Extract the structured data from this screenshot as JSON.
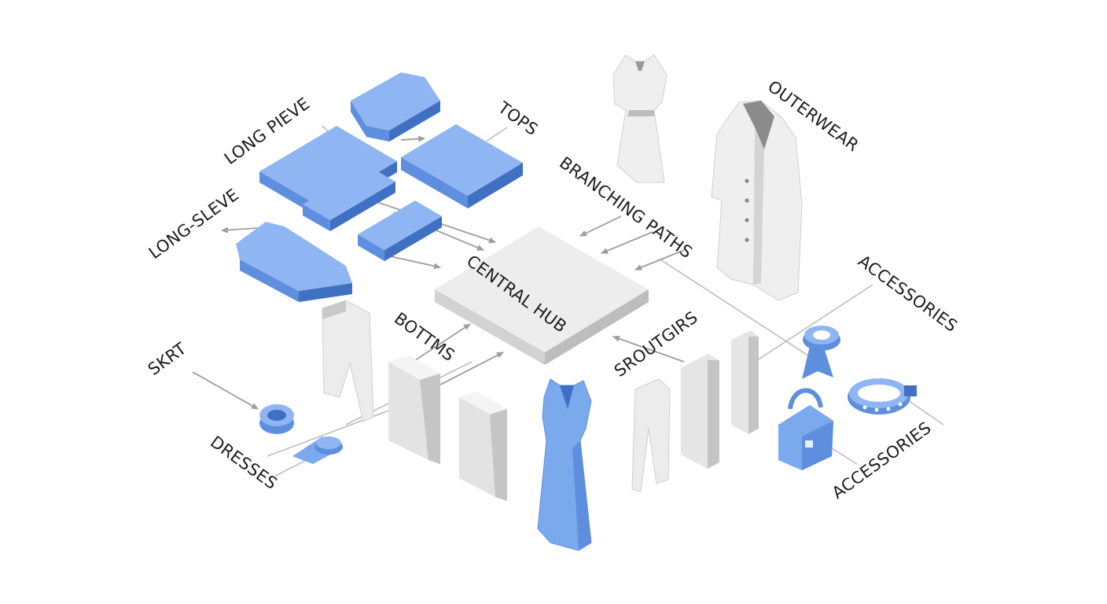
{
  "diagram": {
    "hub": {
      "label": "CENTRAL HUB"
    },
    "labels": {
      "tops": "TOPS",
      "long_pieve": "LONG PIEVE",
      "long_sleve": "LONG-SLEVE",
      "branching_paths": "BRANCHING PATHS",
      "outerwear": "OUTERWEAR",
      "accessories_top": "ACCESSORIES",
      "bottms": "BOTTMS",
      "sroutgirs": "SROUTGIRS",
      "skrt": "SKRT",
      "dresses": "DRESSES",
      "accessories_bottom": "ACCESSORIES"
    },
    "colors": {
      "blue_top": "#8fb6f3",
      "blue_side": "#5e8fde",
      "blue_dark": "#3f70c2",
      "gray_top": "#f1f1f1",
      "gray_side": "#d2d2d2",
      "gray_dark": "#b4b4b4",
      "arrow": "#9e9e9e"
    }
  }
}
